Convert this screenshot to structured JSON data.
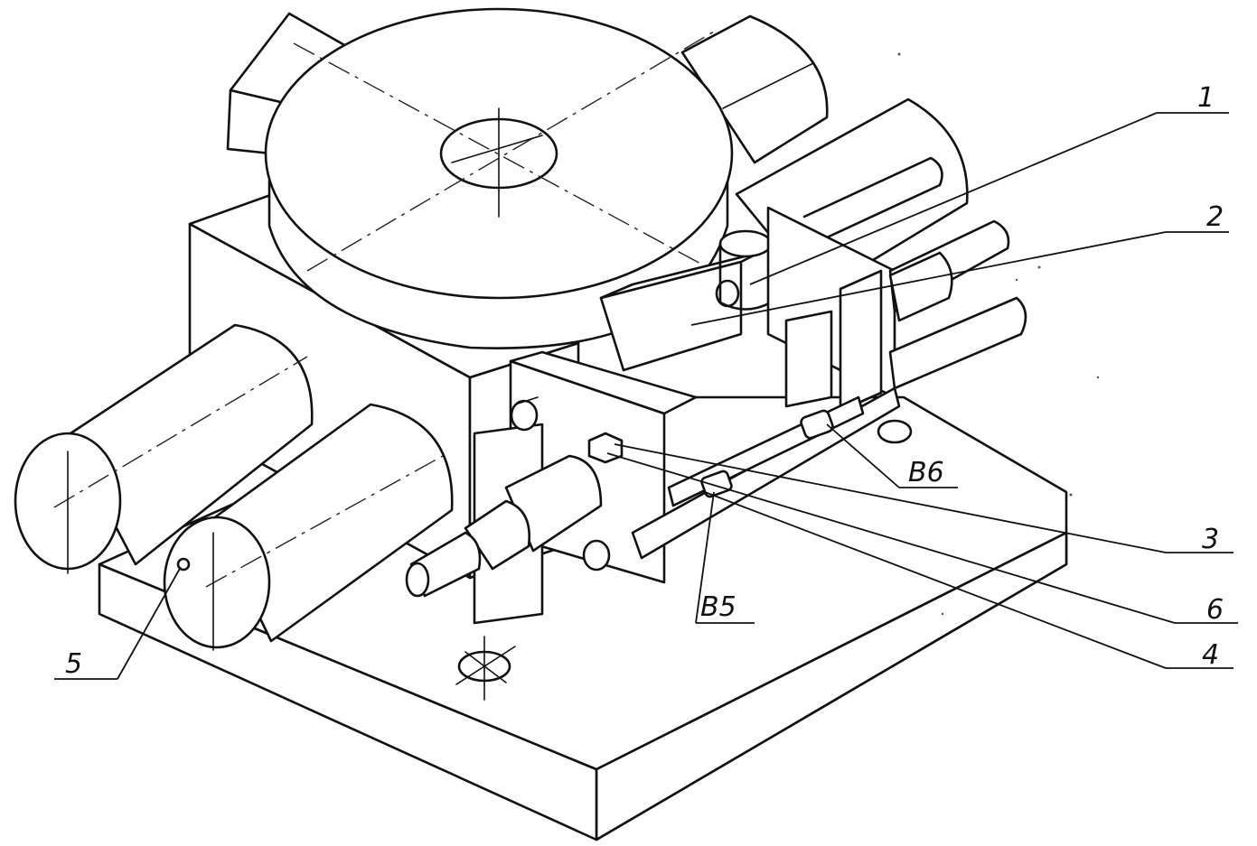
{
  "callouts": [
    {
      "id": "1",
      "label": "1"
    },
    {
      "id": "2",
      "label": "2"
    },
    {
      "id": "3",
      "label": "3"
    },
    {
      "id": "4",
      "label": "4"
    },
    {
      "id": "5",
      "label": "5"
    },
    {
      "id": "6",
      "label": "6"
    },
    {
      "id": "B5",
      "label": "B5"
    },
    {
      "id": "B6",
      "label": "B6"
    }
  ]
}
